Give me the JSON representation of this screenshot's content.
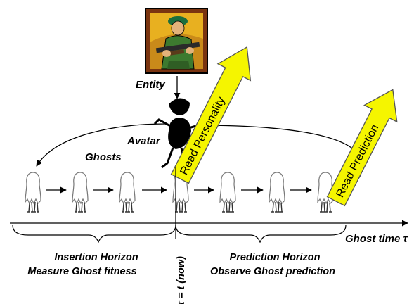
{
  "labels": {
    "entity": "Entity",
    "avatar": "Avatar",
    "ghosts": "Ghosts",
    "read_personality": "Read Personality",
    "read_prediction": "Read Prediction",
    "ghost_time": "Ghost time τ",
    "insertion_horizon": "Insertion Horizon",
    "measure_fitness": "Measure Ghost fitness",
    "prediction_horizon": "Prediction Horizon",
    "observe_prediction": "Observe Ghost prediction",
    "now": "τ = t (now)"
  },
  "colors": {
    "arrow_fill": "#f5f500",
    "arrow_stroke": "#555555",
    "ink": "#000000"
  },
  "icons": {
    "entity_image": "soldier-clipart-icon",
    "avatar": "stick-figure-icon",
    "ghost": "ghost-icon"
  }
}
